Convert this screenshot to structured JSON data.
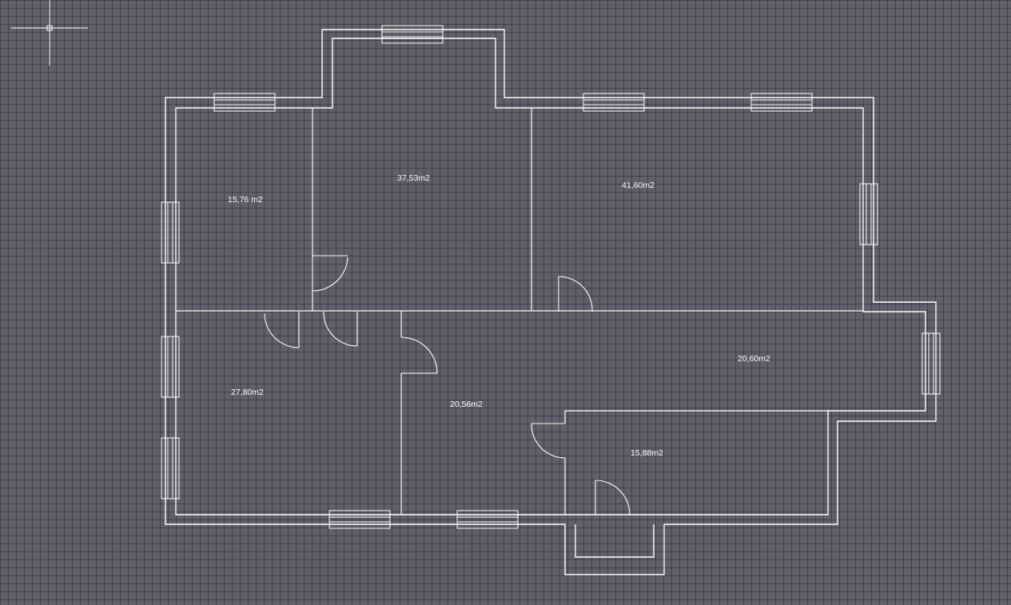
{
  "rooms": {
    "room_a": "15,76 m2",
    "room_b": "37,53m2",
    "room_c": "41,60m2",
    "room_d": "27,80m2",
    "room_e": "20,56m2",
    "room_f": "20,60m2",
    "room_g": "15,88m2"
  },
  "icons": {
    "cursor": "crosshair-cursor-icon",
    "window": "window-icon",
    "door": "door-swing-icon"
  },
  "colors": {
    "background": "#5f6069",
    "grid": "#2e2f36",
    "lines": "#ffffff"
  }
}
